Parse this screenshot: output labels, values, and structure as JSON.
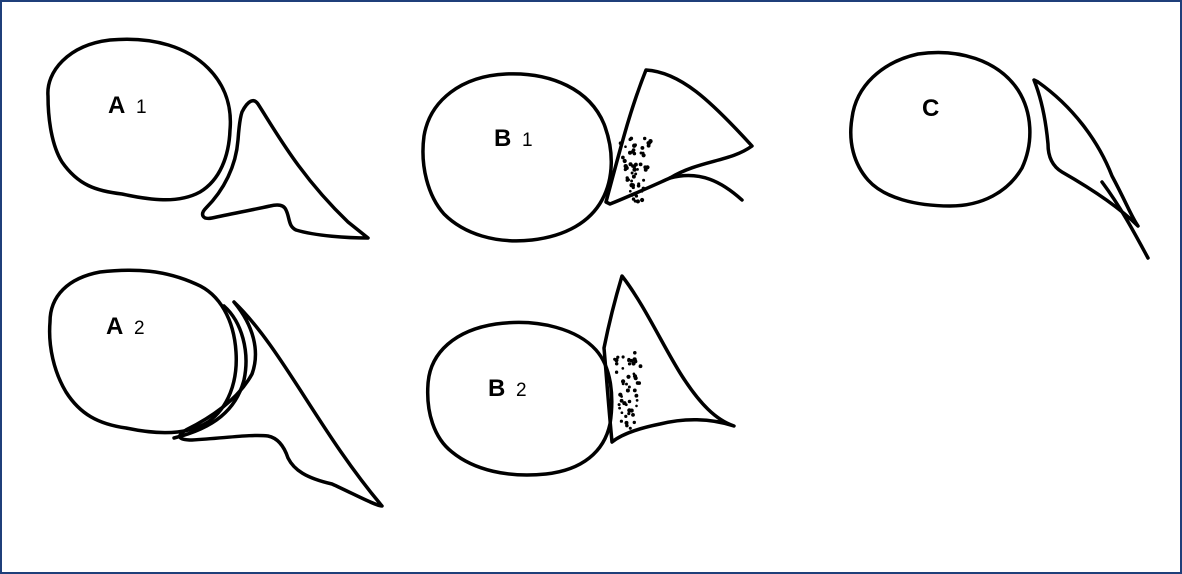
{
  "figure": {
    "border_color": "#1f3f7a",
    "panels": [
      {
        "id": "A1",
        "letter": "A",
        "subscript": "1"
      },
      {
        "id": "A2",
        "letter": "A",
        "subscript": "2"
      },
      {
        "id": "B1",
        "letter": "B",
        "subscript": "1"
      },
      {
        "id": "B2",
        "letter": "B",
        "subscript": "2"
      },
      {
        "id": "C",
        "letter": "C",
        "subscript": ""
      }
    ]
  }
}
